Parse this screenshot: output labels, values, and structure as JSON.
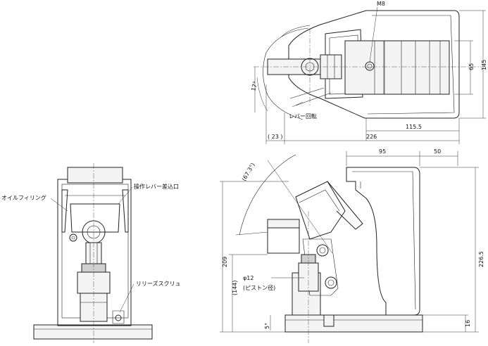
{
  "labels": {
    "oil_filling": "オイルフィリング",
    "lever_insert": "操作レバー差込口",
    "release_screw": "リリーズスクリュ",
    "lever_rotation": "レバー回転",
    "piston_diameter": "(ピストン径)",
    "bolt": "M8"
  },
  "dimensions": {
    "d145": "145",
    "d65": "65",
    "d115_5": "115.5",
    "d226": "226",
    "d23": "( 23 )",
    "d17": "17°",
    "d95": "95",
    "d50": "50",
    "d226_5": "226.5",
    "d209": "209",
    "d144": "(144)",
    "d16": "16",
    "d5": "5°",
    "d67_3": "(67.3°)",
    "phi12": "φ12"
  }
}
